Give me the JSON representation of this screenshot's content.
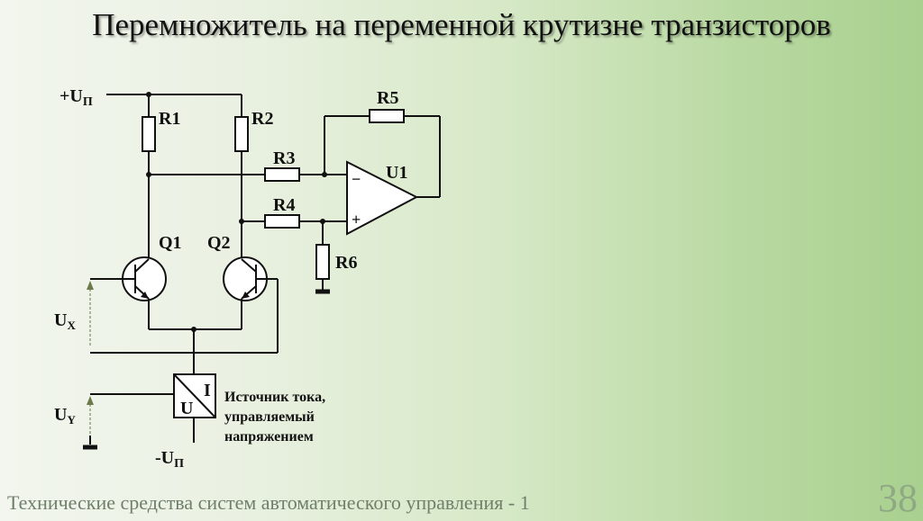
{
  "title": "Перемножитель на переменной крутизне транзисторов",
  "footer": "Технические средства систем автоматического управления - 1",
  "page_number": "38",
  "labels": {
    "up_plus": "+U",
    "up_plus_sub": "П",
    "up_minus": "-U",
    "up_minus_sub": "П",
    "r1": "R1",
    "r2": "R2",
    "r3": "R3",
    "r4": "R4",
    "r5": "R5",
    "r6": "R6",
    "u1": "U1",
    "q1": "Q1",
    "q2": "Q2",
    "opamp_minus": "−",
    "opamp_plus": "+",
    "ux": "U",
    "ux_sub": "X",
    "uy": "U",
    "uy_sub": "Y",
    "source_u": "U",
    "source_i": "I",
    "source_desc": [
      "Источник тока,",
      "управляемый",
      "напряжением"
    ]
  },
  "colors": {
    "wire": "#111111",
    "arrow": "#6a7a4a",
    "footer": "#6f7f6a",
    "pagenum": "#8fa985"
  }
}
